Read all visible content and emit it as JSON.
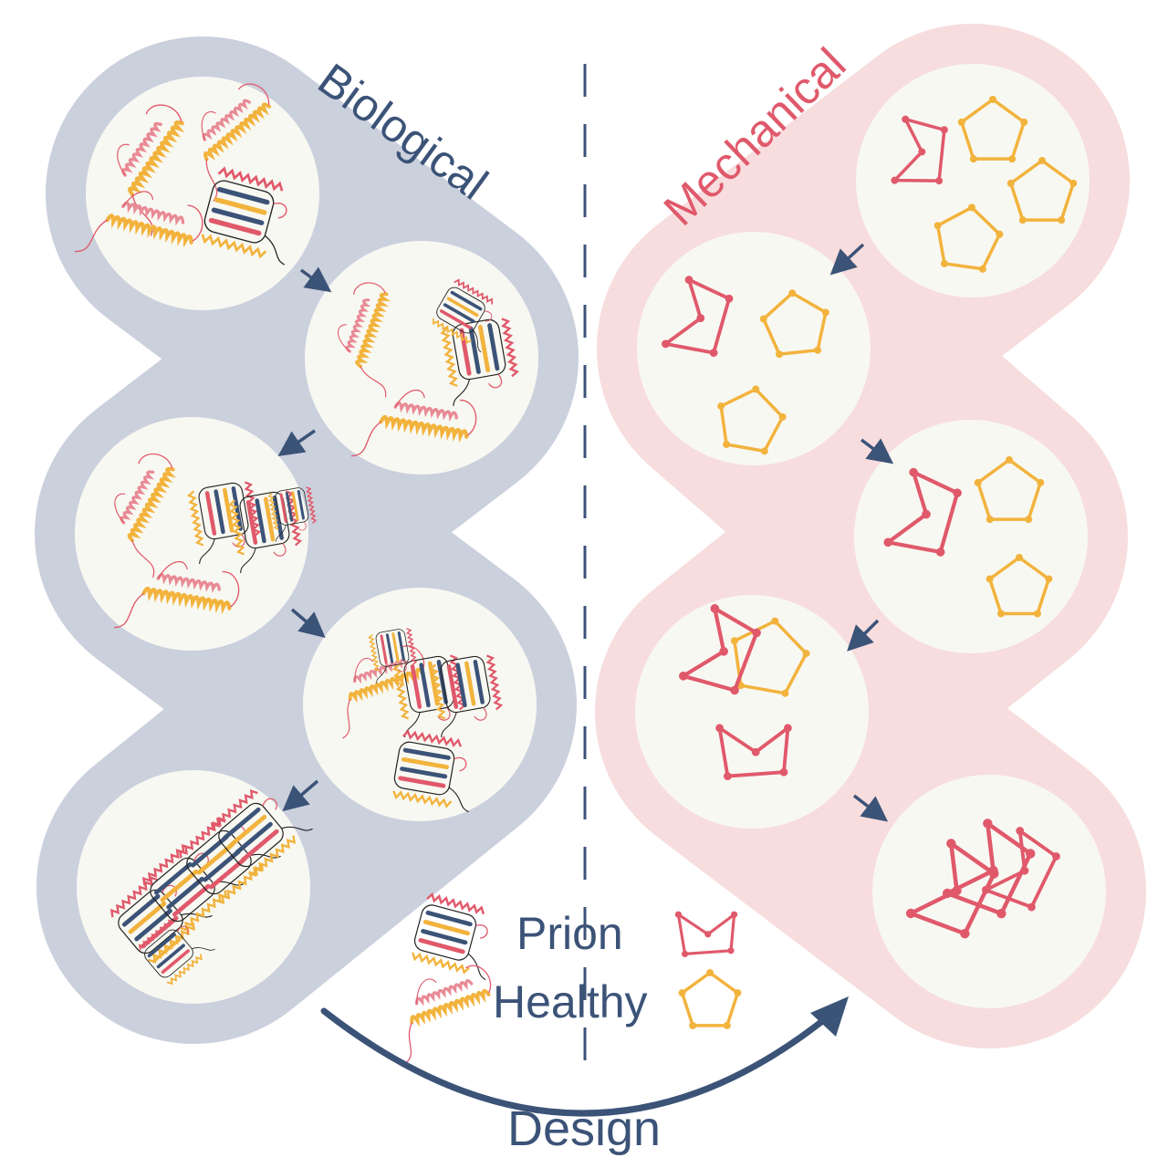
{
  "labels": {
    "left_panel": "Biological",
    "right_panel": "Mechanical",
    "legend_prion": "Prion",
    "legend_healthy": "Healthy",
    "design": "Design"
  },
  "colors": {
    "bio_band": "#cbd0dd",
    "mech_band": "#f7dddd",
    "circle_fill": "#f8f8f2",
    "navy": "#3c5378",
    "red": "#e0596b",
    "yellow": "#f2b33d",
    "pink": "#e88a95"
  },
  "biological_stages": [
    {
      "healthy": 4,
      "prion": 1
    },
    {
      "healthy": 3,
      "prion": 2
    },
    {
      "healthy": 2,
      "prion": 3
    },
    {
      "healthy": 1,
      "prion": 4
    },
    {
      "healthy": 0,
      "prion": 5
    }
  ],
  "mechanical_stages": [
    {
      "healthy": 3,
      "prion": 1
    },
    {
      "healthy": 2,
      "prion": 1
    },
    {
      "healthy": 2,
      "prion": 1
    },
    {
      "healthy": 1,
      "prion": 2
    },
    {
      "healthy": 0,
      "prion": 3
    }
  ]
}
